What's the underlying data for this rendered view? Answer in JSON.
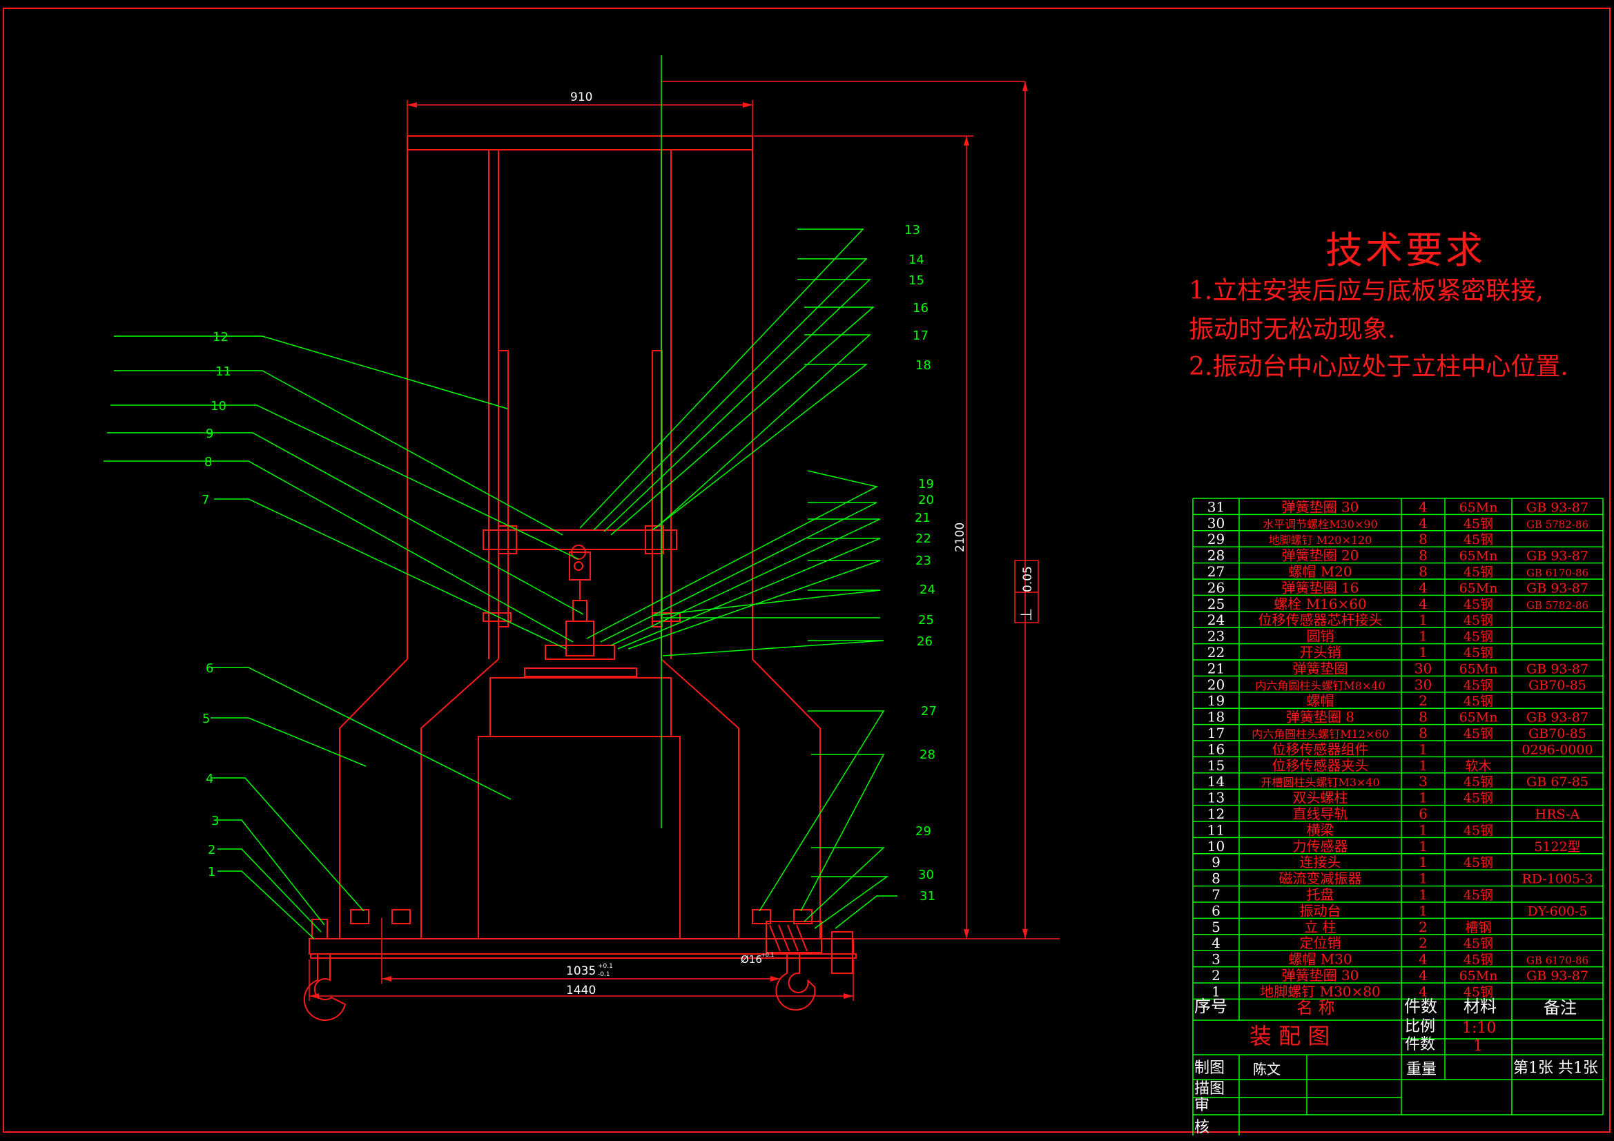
{
  "tech_requirements": {
    "title": "技术要求",
    "lines": [
      "1.立柱安装后应与底板紧密联接,",
      "振动时无松动现象.",
      "2.振动台中心应处于立柱中心位置."
    ]
  },
  "dimensions": {
    "width_910": "910",
    "height_2100": "2100",
    "tolerance": "0.05",
    "span_1035": "1035",
    "span_1035_tol_upper": "+0.1",
    "span_1035_tol_lower": "-0.1",
    "span_1440": "1440",
    "hole_dia": "Ø16",
    "hole_tol": "+0.1"
  },
  "balloons_left": [
    "12",
    "11",
    "10",
    "9",
    "8",
    "7",
    "6",
    "5",
    "4",
    "3",
    "2",
    "1"
  ],
  "balloons_right": [
    "13",
    "14",
    "15",
    "16",
    "17",
    "18",
    "19",
    "20",
    "21",
    "22",
    "23",
    "24",
    "25",
    "26",
    "27",
    "28",
    "29",
    "30",
    "31"
  ],
  "bom": [
    {
      "no": "31",
      "name": "弹簧垫圈 30",
      "qty": "4",
      "mat": "65Mn",
      "note": "GB 93-87"
    },
    {
      "no": "30",
      "name": "水平调节螺栓M30×90",
      "qty": "4",
      "mat": "45钢",
      "note": "GB 5782-86"
    },
    {
      "no": "29",
      "name": "地脚螺钉 M20×120",
      "qty": "8",
      "mat": "45钢",
      "note": ""
    },
    {
      "no": "28",
      "name": "弹簧垫圈 20",
      "qty": "8",
      "mat": "65Mn",
      "note": "GB 93-87"
    },
    {
      "no": "27",
      "name": "螺帽 M20",
      "qty": "8",
      "mat": "45钢",
      "note": "GB 6170-86"
    },
    {
      "no": "26",
      "name": "弹簧垫圈 16",
      "qty": "4",
      "mat": "65Mn",
      "note": "GB 93-87"
    },
    {
      "no": "25",
      "name": "螺栓 M16×60",
      "qty": "4",
      "mat": "45钢",
      "note": "GB 5782-86"
    },
    {
      "no": "24",
      "name": "位移传感器芯杆接头",
      "qty": "1",
      "mat": "45钢",
      "note": ""
    },
    {
      "no": "23",
      "name": "圆销",
      "qty": "1",
      "mat": "45钢",
      "note": ""
    },
    {
      "no": "22",
      "name": "开头销",
      "qty": "1",
      "mat": "45钢",
      "note": ""
    },
    {
      "no": "21",
      "name": "弹簧垫圈",
      "qty": "30",
      "mat": "65Mn",
      "note": "GB 93-87"
    },
    {
      "no": "20",
      "name": "内六角圆柱头螺钉M8×40",
      "qty": "30",
      "mat": "45钢",
      "note": "GB70-85"
    },
    {
      "no": "19",
      "name": "螺帽",
      "qty": "2",
      "mat": "45钢",
      "note": ""
    },
    {
      "no": "18",
      "name": "弹簧垫圈 8",
      "qty": "8",
      "mat": "65Mn",
      "note": "GB 93-87"
    },
    {
      "no": "17",
      "name": "内六角圆柱头螺钉M12×60",
      "qty": "8",
      "mat": "45钢",
      "note": "GB70-85"
    },
    {
      "no": "16",
      "name": "位移传感器组件",
      "qty": "1",
      "mat": "",
      "note": "0296-0000"
    },
    {
      "no": "15",
      "name": "位移传感器夹头",
      "qty": "1",
      "mat": "软木",
      "note": ""
    },
    {
      "no": "14",
      "name": "开槽圆柱头螺钉M3×40",
      "qty": "3",
      "mat": "45钢",
      "note": "GB 67-85"
    },
    {
      "no": "13",
      "name": "双头螺柱",
      "qty": "1",
      "mat": "45钢",
      "note": ""
    },
    {
      "no": "12",
      "name": "直线导轨",
      "qty": "6",
      "mat": "",
      "note": "HRS-A"
    },
    {
      "no": "11",
      "name": "横梁",
      "qty": "1",
      "mat": "45钢",
      "note": ""
    },
    {
      "no": "10",
      "name": "力传感器",
      "qty": "1",
      "mat": "",
      "note": "5122型"
    },
    {
      "no": "9",
      "name": "连接头",
      "qty": "1",
      "mat": "45钢",
      "note": ""
    },
    {
      "no": "8",
      "name": "磁流变减振器",
      "qty": "1",
      "mat": "",
      "note": "RD-1005-3"
    },
    {
      "no": "7",
      "name": "托盘",
      "qty": "1",
      "mat": "45钢",
      "note": ""
    },
    {
      "no": "6",
      "name": "振动台",
      "qty": "1",
      "mat": "",
      "note": "DY-600-5"
    },
    {
      "no": "5",
      "name": "立 柱",
      "qty": "2",
      "mat": "槽钢",
      "note": ""
    },
    {
      "no": "4",
      "name": "定位销",
      "qty": "2",
      "mat": "45钢",
      "note": ""
    },
    {
      "no": "3",
      "name": "螺帽 M30",
      "qty": "4",
      "mat": "45钢",
      "note": "GB 6170-86"
    },
    {
      "no": "2",
      "name": "弹簧垫圈 30",
      "qty": "4",
      "mat": "65Mn",
      "note": "GB 93-87"
    },
    {
      "no": "1",
      "name": "地脚螺钉 M30×80",
      "qty": "4",
      "mat": "45钢",
      "note": ""
    }
  ],
  "bom_header": {
    "no": "序号",
    "name": "名  称",
    "qty": "件数",
    "mat": "材料",
    "note": "备注"
  },
  "title_block": {
    "drawing_name": "装 配 图",
    "scale_label": "比例",
    "scale_value": "1:10",
    "count_label": "件数",
    "count_value": "1",
    "weight_label": "重量",
    "sheet": "第1张  共1张",
    "drawn_label": "制图",
    "drawn_by": "陈文",
    "traced_label": "描图",
    "review_label_1": "审",
    "review_label_2": "核"
  }
}
